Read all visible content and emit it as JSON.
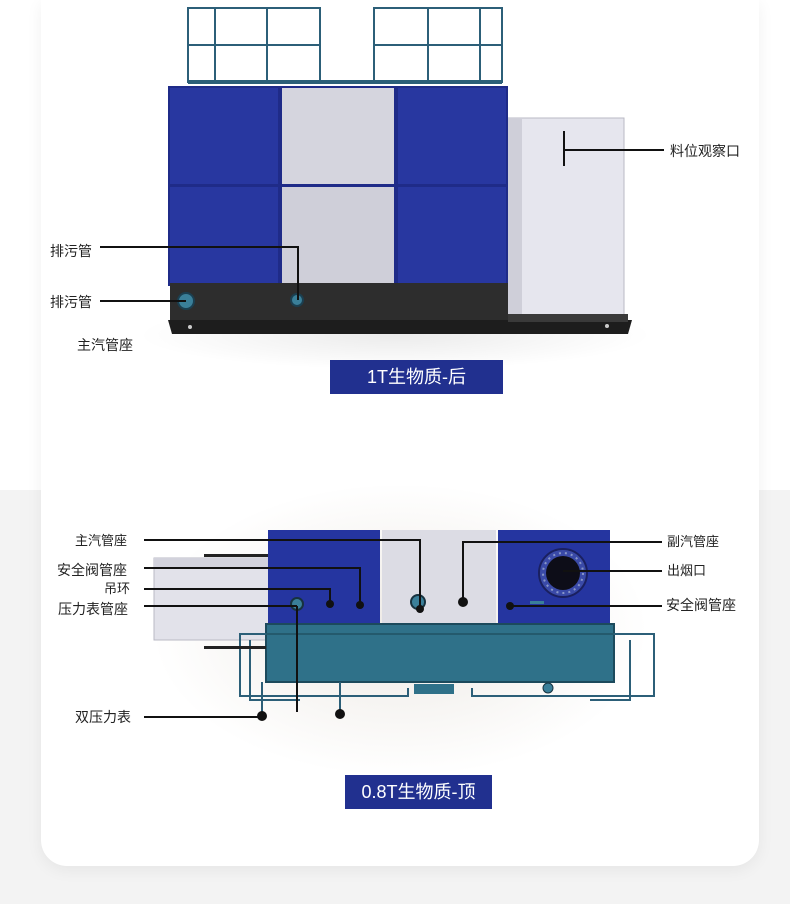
{
  "top_diagram": {
    "labels": {
      "observation_port": "料位观察口",
      "drain_1": "排污管",
      "drain_2": "排污管",
      "main_steam": "主汽管座"
    },
    "caption": "1T生物质-后"
  },
  "bottom_diagram": {
    "labels": {
      "main_steam_seat": "主汽管座",
      "safety_valve_seat_left": "安全阀管座",
      "lifting_ring": "吊环",
      "pressure_gauge_seat": "压力表管座",
      "dual_pressure_gauge": "双压力表",
      "aux_steam_seat": "副汽管座",
      "smoke_outlet": "出烟口",
      "safety_valve_seat_right": "安全阀管座"
    },
    "caption": "0.8T生物质-顶"
  },
  "colors": {
    "boiler_blue": "#24359c",
    "panel_grey": "#d3d3dc",
    "caption_bg": "#21308f",
    "frame_teal": "#2f7189"
  }
}
